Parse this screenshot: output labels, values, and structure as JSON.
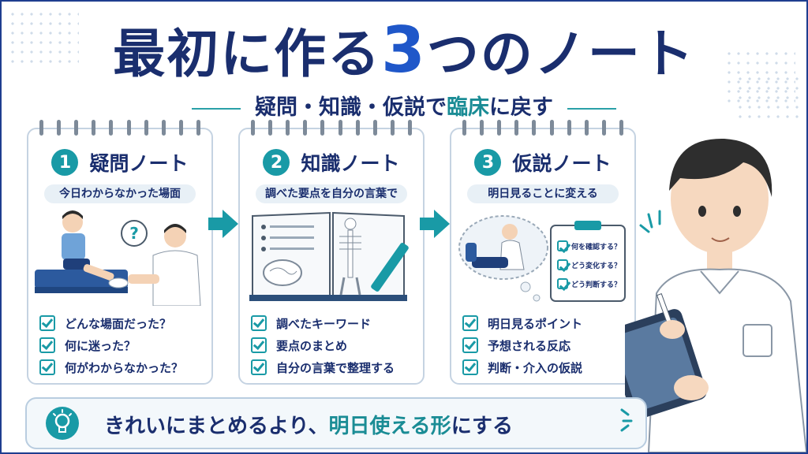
{
  "header": {
    "title_part1": "最初に作る",
    "title_num": "3",
    "title_part2": "つのノート",
    "subtitle_part1": "疑問・知識・仮説で",
    "subtitle_accent": "臨床",
    "subtitle_part2": "に戻す"
  },
  "cards": [
    {
      "number": "1",
      "title": "疑問ノート",
      "caption": "今日わからなかった場面",
      "illustration": "patient-and-therapist",
      "checks": [
        "どんな場面だった？",
        "何に迷った？",
        "何がわからなかった？"
      ]
    },
    {
      "number": "2",
      "title": "知識ノート",
      "caption": "調べた要点を自分の言葉で",
      "illustration": "open-notebook-with-pen",
      "checks": [
        "調べたキーワード",
        "要点のまとめ",
        "自分の言葉で整理する"
      ]
    },
    {
      "number": "3",
      "title": "仮説ノート",
      "caption": "明日見ることに変える",
      "illustration": "thought-bubble-and-clipboard",
      "clipboard_items": [
        "何を確認する？",
        "どう変化する？",
        "どう判断する？"
      ],
      "checks": [
        "明日見るポイント",
        "予想される反応",
        "判断・介入の仮説"
      ]
    }
  ],
  "footer": {
    "icon": "lightbulb-icon",
    "text_part1": "きれいにまとめるより、",
    "text_accent": "明日使える形",
    "text_part2": "にする"
  },
  "colors": {
    "navy": "#1a2e6e",
    "teal": "#199aa6",
    "border": "#1e3d8f"
  }
}
